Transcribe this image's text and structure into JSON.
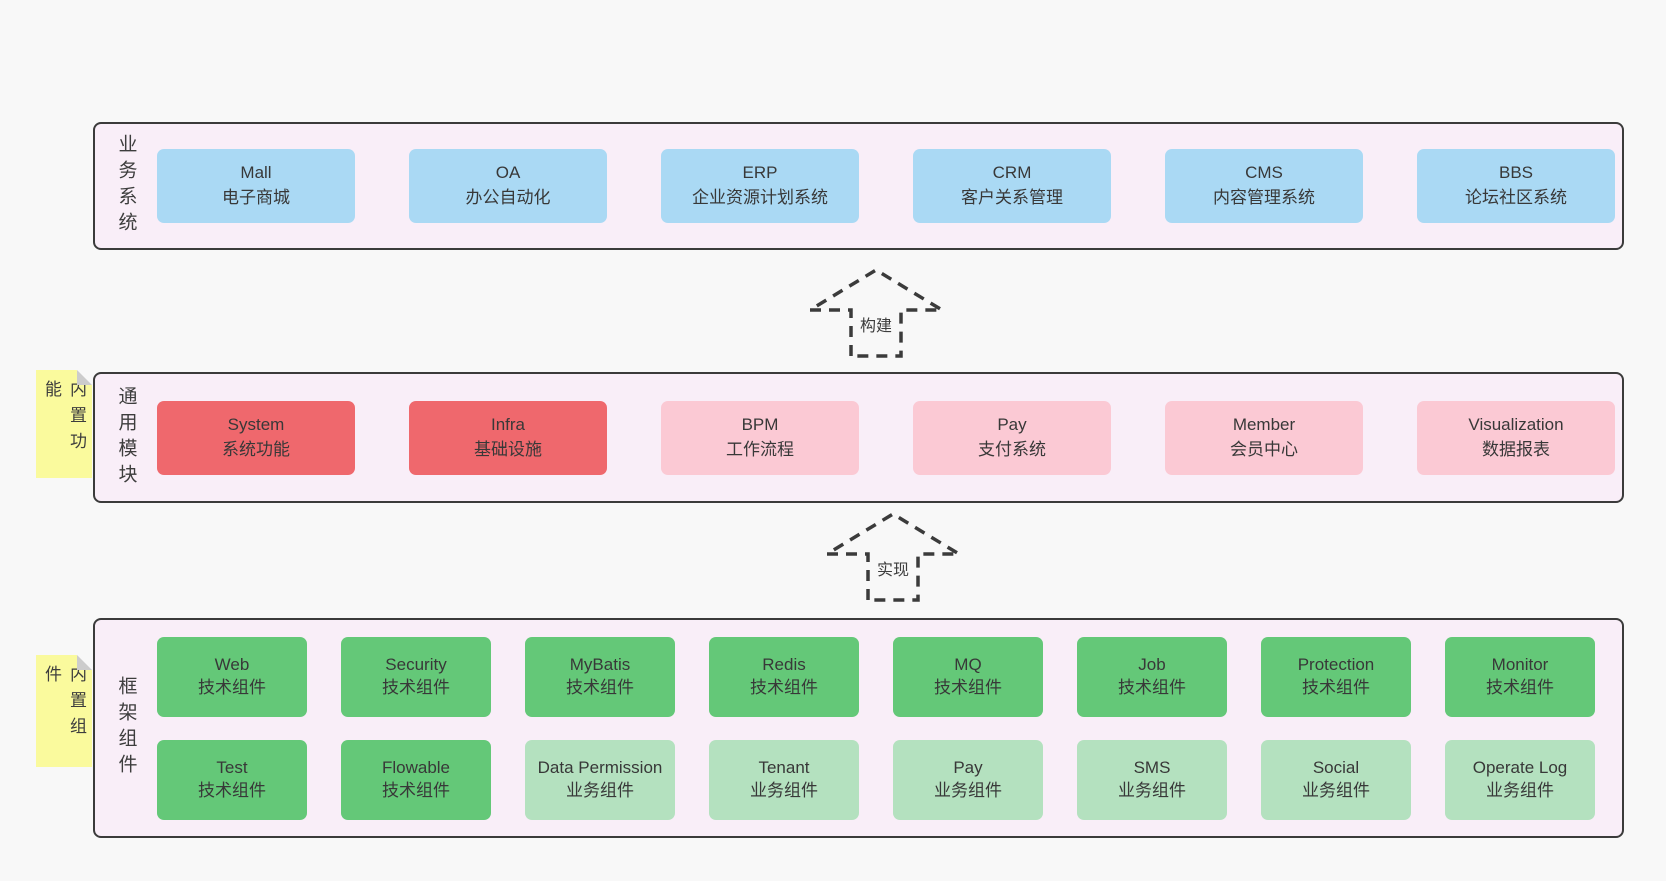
{
  "colors": {
    "page-bg": "#f8f8f8",
    "panel-bg": "#f9eef8",
    "panel-border": "#3b3b3b",
    "text": "#3d3d3d",
    "blue": "#aad9f4",
    "red": "#ef686d",
    "pink": "#fbc9d4",
    "green": "#64c878",
    "lightgreen": "#b4e1bf",
    "yellow": "#fafa9d",
    "fold": "#cccccc"
  },
  "arrows": [
    {
      "label": "构建"
    },
    {
      "label": "实现"
    }
  ],
  "layers": [
    {
      "side_label": "业务系统",
      "boxes": [
        {
          "title": "Mall",
          "subtitle": "电子商城",
          "variant": "blue"
        },
        {
          "title": "OA",
          "subtitle": "办公自动化",
          "variant": "blue"
        },
        {
          "title": "ERP",
          "subtitle": "企业资源计划系统",
          "variant": "blue"
        },
        {
          "title": "CRM",
          "subtitle": "客户关系管理",
          "variant": "blue"
        },
        {
          "title": "CMS",
          "subtitle": "内容管理系统",
          "variant": "blue"
        },
        {
          "title": "BBS",
          "subtitle": "论坛社区系统",
          "variant": "blue"
        }
      ]
    },
    {
      "side_label": "通用模块",
      "note": "内置功能",
      "boxes": [
        {
          "title": "System",
          "subtitle": "系统功能",
          "variant": "red"
        },
        {
          "title": "Infra",
          "subtitle": "基础设施",
          "variant": "red"
        },
        {
          "title": "BPM",
          "subtitle": "工作流程",
          "variant": "pink"
        },
        {
          "title": "Pay",
          "subtitle": "支付系统",
          "variant": "pink"
        },
        {
          "title": "Member",
          "subtitle": "会员中心",
          "variant": "pink"
        },
        {
          "title": "Visualization",
          "subtitle": "数据报表",
          "variant": "pink"
        }
      ]
    },
    {
      "side_label": "框架组件",
      "note": "内置组件",
      "boxes": [
        {
          "title": "Web",
          "subtitle": "技术组件",
          "variant": "green"
        },
        {
          "title": "Security",
          "subtitle": "技术组件",
          "variant": "green"
        },
        {
          "title": "MyBatis",
          "subtitle": "技术组件",
          "variant": "green"
        },
        {
          "title": "Redis",
          "subtitle": "技术组件",
          "variant": "green"
        },
        {
          "title": "MQ",
          "subtitle": "技术组件",
          "variant": "green"
        },
        {
          "title": "Job",
          "subtitle": "技术组件",
          "variant": "green"
        },
        {
          "title": "Protection",
          "subtitle": "技术组件",
          "variant": "green"
        },
        {
          "title": "Monitor",
          "subtitle": "技术组件",
          "variant": "green"
        },
        {
          "title": "Test",
          "subtitle": "技术组件",
          "variant": "green"
        },
        {
          "title": "Flowable",
          "subtitle": "技术组件",
          "variant": "green"
        },
        {
          "title": "Data Permission",
          "subtitle": "业务组件",
          "variant": "lightgreen"
        },
        {
          "title": "Tenant",
          "subtitle": "业务组件",
          "variant": "lightgreen"
        },
        {
          "title": "Pay",
          "subtitle": "业务组件",
          "variant": "lightgreen"
        },
        {
          "title": "SMS",
          "subtitle": "业务组件",
          "variant": "lightgreen"
        },
        {
          "title": "Social",
          "subtitle": "业务组件",
          "variant": "lightgreen"
        },
        {
          "title": "Operate Log",
          "subtitle": "业务组件",
          "variant": "lightgreen"
        }
      ]
    }
  ]
}
